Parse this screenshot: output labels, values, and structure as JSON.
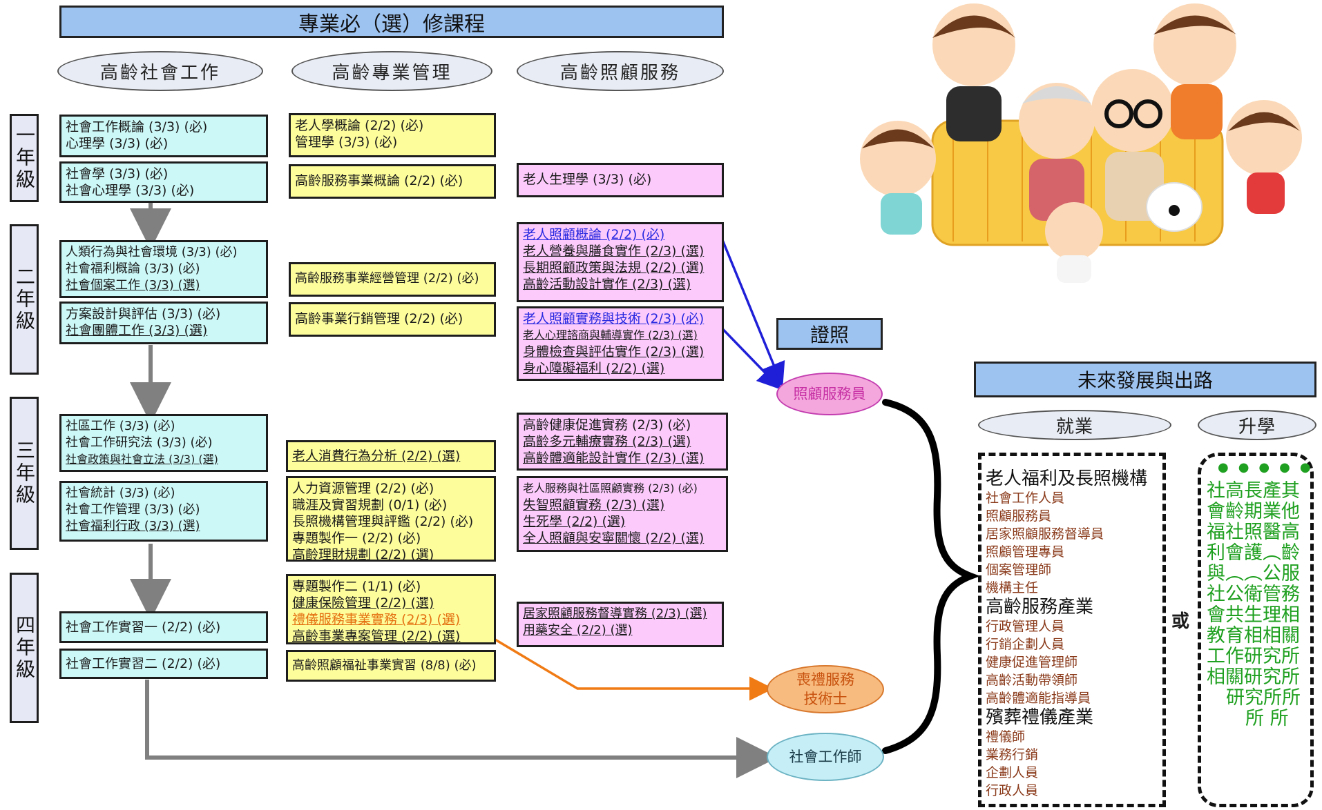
{
  "title": "專業必（選）修課程",
  "tracks": [
    "高齡社會工作",
    "高齡專業管理",
    "高齡照顧服務"
  ],
  "years": [
    "一年級",
    "二年級",
    "三年級",
    "四年級"
  ],
  "social_work": [
    [
      "社會工作概論 (3/3) (必)",
      "心理學 (3/3) (必)"
    ],
    [
      "社會學 (3/3) (必)",
      "社會心理學 (3/3) (必)"
    ],
    [
      "人類行為與社會環境 (3/3) (必)",
      "社會福利概論 (3/3) (必)",
      "社會個案工作 (3/3) (選)"
    ],
    [
      "方案設計與評估 (3/3) (必)",
      "社會團體工作 (3/3) (選)"
    ],
    [
      "社區工作 (3/3) (必)",
      "社會工作研究法 (3/3) (必)",
      "社會政策與社會立法 (3/3) (選)"
    ],
    [
      "社會統計 (3/3) (必)",
      "社會工作管理 (3/3) (必)",
      "社會福利行政 (3/3) (選)"
    ],
    [
      "社會工作實習一 (2/2) (必)"
    ],
    [
      "社會工作實習二 (2/2) (必)"
    ]
  ],
  "management": [
    [
      "老人學概論 (2/2) (必)",
      "管理學 (3/3) (必)"
    ],
    [
      "高齡服務事業概論 (2/2) (必)"
    ],
    [
      "高齡服務事業經營管理 (2/2) (必)"
    ],
    [
      "高齡事業行銷管理 (2/2) (必)"
    ],
    [
      "老人消費行為分析 (2/2) (選)"
    ],
    [
      "人力資源管理 (2/2) (必)",
      "職涯及實習規劃 (0/1) (必)",
      "長照機構管理與評鑑 (2/2) (必)",
      "專題製作一 (2/2) (必)",
      "高齡理財規劃 (2/2) (選)"
    ],
    [
      "專題製作二 (1/1) (必)",
      "健康保險管理 (2/2) (選)",
      "禮儀服務事業實務 (2/3) (選)",
      "高齡事業專案管理 (2/2) (選)"
    ],
    [
      "高齡照顧福祉事業實習 (8/8) (必)"
    ]
  ],
  "care": [
    [
      "老人生理學 (3/3) (必)"
    ],
    [
      "老人照顧概論 (2/2) (必)",
      "老人營養與膳食實作 (2/3) (選)",
      "長期照顧政策與法規 (2/2) (選)",
      "高齡活動設計實作 (2/3) (選)"
    ],
    [
      "老人照顧實務與技術 (2/3) (必)",
      "老人心理諮商與輔導實作 (2/3) (選)",
      "身體檢查與評估實作 (2/3) (選)",
      "身心障礙福利 (2/2) (選)"
    ],
    [
      "高齡健康促進實務 (2/3) (必)",
      "高齡多元輔療實務 (2/3) (選)",
      "高齡體適能設計實作 (2/3) (選)"
    ],
    [
      "老人服務與社區照顧實務 (2/3) (必)",
      "失智照顧實務 (2/3) (選)",
      "生死學 (2/2) (選)",
      "全人照顧與安寧關懷 (2/2) (選)"
    ],
    [
      "居家照顧服務督導實務 (2/3) (選)",
      "用藥安全 (2/2) (選)"
    ]
  ],
  "cert": {
    "label": "證照",
    "caregiver": "照顧服務員",
    "funeral_1": "喪禮服務",
    "funeral_2": "技術士",
    "social_worker": "社會工作師"
  },
  "future": {
    "title": "未來發展與出路",
    "employment": "就業",
    "study": "升學",
    "or": "或",
    "groups": [
      {
        "name": "老人福利及長照機構",
        "items": [
          "社會工作人員",
          "照顧服務員",
          "居家照顧服務督導員",
          "照顧管理專員",
          "個案管理師",
          "機構主任"
        ]
      },
      {
        "name": "高齡服務產業",
        "items": [
          "行政管理人員",
          "行銷企劃人員",
          "健康促進管理師",
          "高齡活動帶領師",
          "高齡體適能指導員"
        ]
      },
      {
        "name": "殯葬禮儀產業",
        "items": [
          "禮儀師",
          "業務行銷",
          "企劃人員",
          "行政人員"
        ]
      }
    ],
    "study_lines": [
      "社高長產其",
      "會齡期業他",
      "福社照醫高",
      "利會護︵齡",
      "與︵︵公服",
      "社公衛管務",
      "會共生理相",
      "教育相相關",
      "工作研究所",
      "相關研究所",
      "研究所所",
      "所 所"
    ]
  },
  "colors": {
    "header": "#9dc3f1",
    "cyan": "#cdf8f8",
    "yellow": "#fdfd9c",
    "pink": "#fccbfc",
    "blue_arrow": "#1f1fd8",
    "orange_arrow": "#f07a14"
  }
}
